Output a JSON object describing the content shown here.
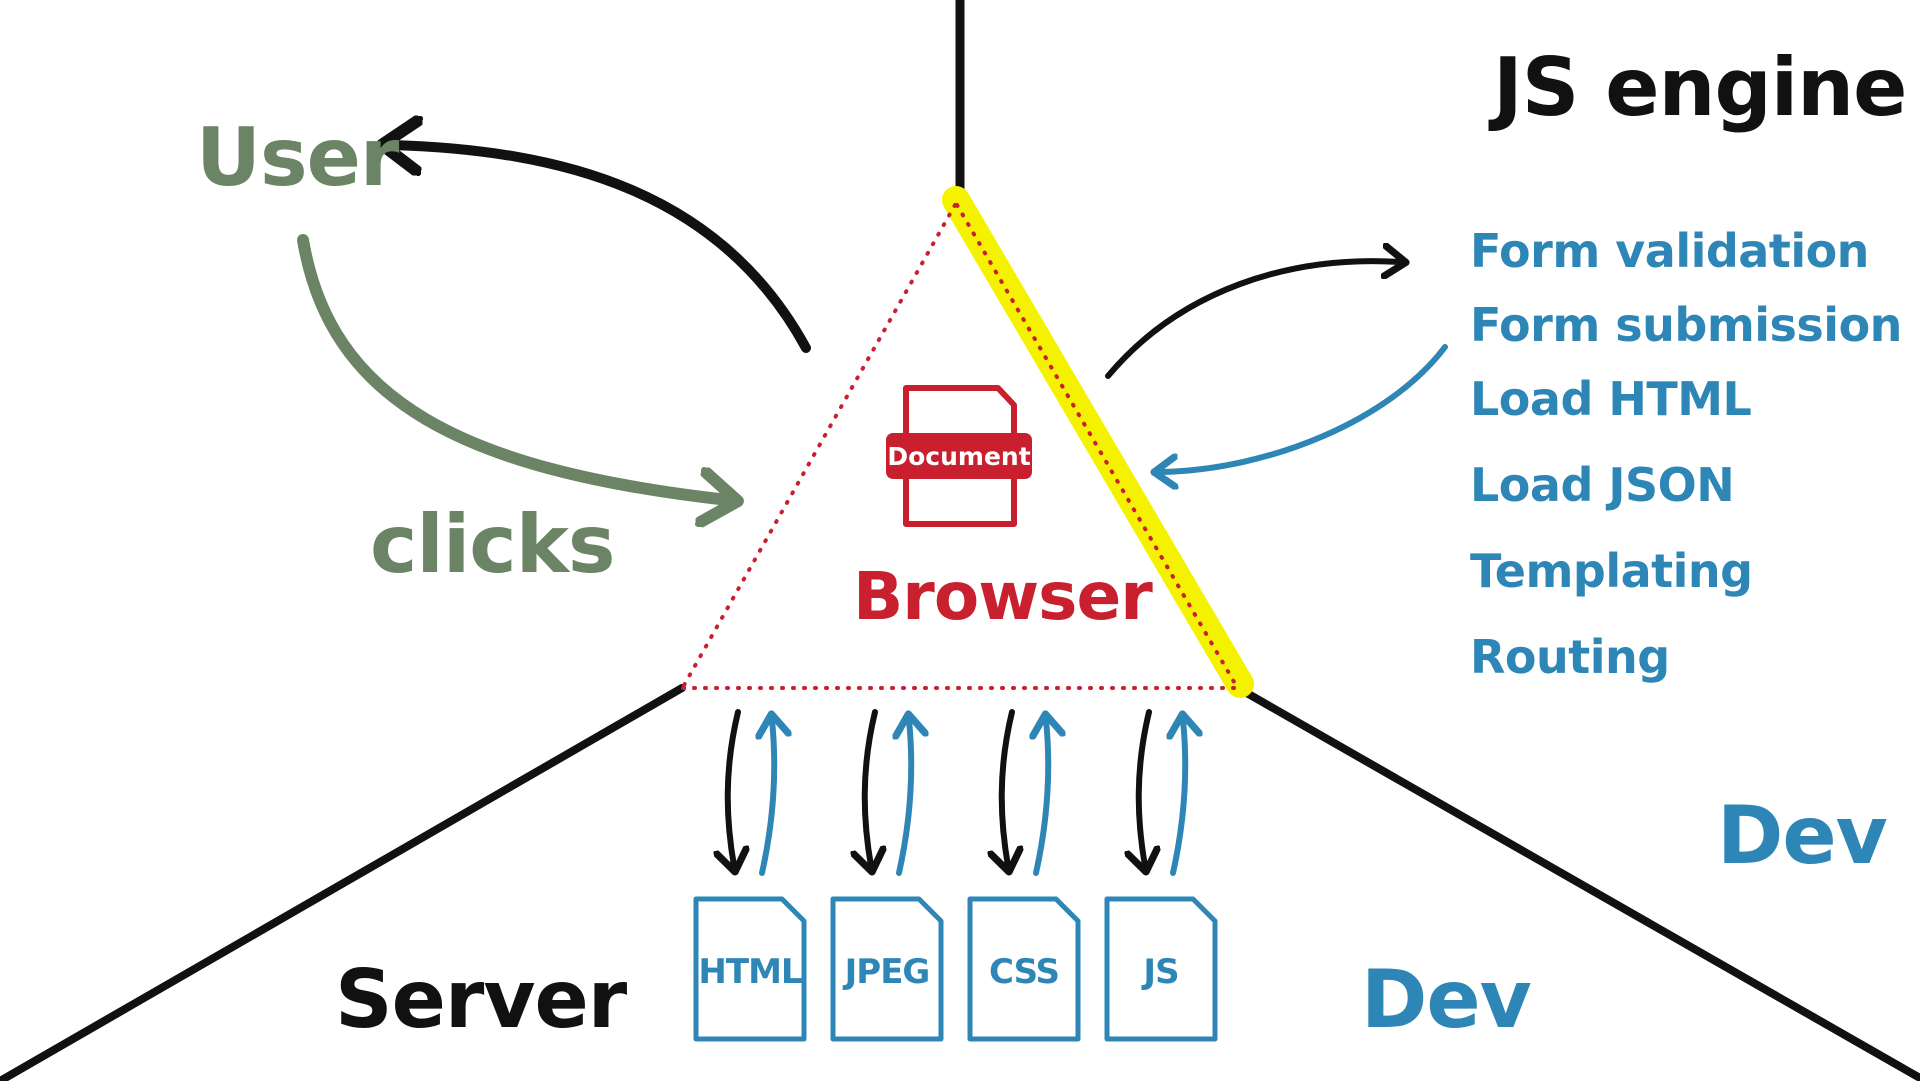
{
  "labels": {
    "js_engine": "JS engine",
    "user": "User",
    "clicks": "clicks",
    "browser": "Browser",
    "document": "Document",
    "server": "Server",
    "dev_right": "Dev",
    "dev_bottom": "Dev"
  },
  "js_features": [
    "Form validation",
    "Form submission",
    "Load HTML",
    "Load JSON",
    "Templating",
    "Routing"
  ],
  "files": [
    "HTML",
    "JPEG",
    "CSS",
    "JS"
  ],
  "colors": {
    "black": "#111111",
    "green": "#6b8466",
    "red": "#c8202e",
    "blue": "#2e86b7",
    "yellow": "#f5f200"
  }
}
